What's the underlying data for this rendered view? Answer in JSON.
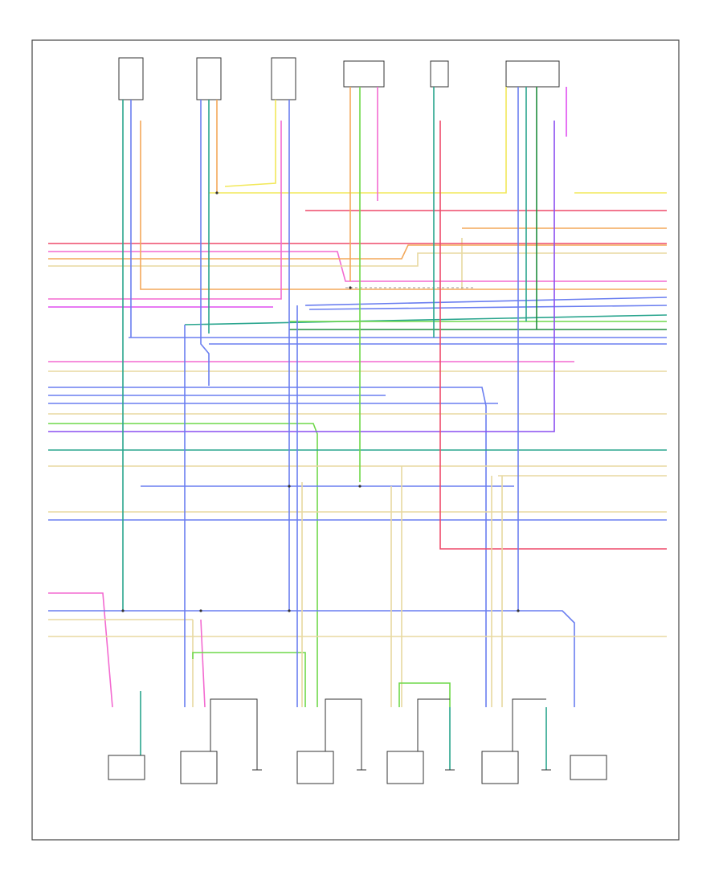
{
  "diagram": {
    "footer_code": "",
    "colors": {
      "yellow": "#f2e85a",
      "blue": "#6a7ef0",
      "teal": "#2aa58e",
      "green": "#6fd84a",
      "dark_green": "#1f8e3e",
      "red": "#ee4a6a",
      "pink": "#f36ad0",
      "magenta": "#e04ef0",
      "orange": "#f3a85a",
      "tan": "#e8d9a0",
      "purple": "#8a4ef0",
      "cyan": "#4ec8d8",
      "frame": "#444444"
    },
    "connectors_top": [
      {
        "id": "top-conn-1"
      },
      {
        "id": "top-conn-2"
      },
      {
        "id": "top-conn-3"
      },
      {
        "id": "top-conn-4"
      },
      {
        "id": "top-conn-5"
      },
      {
        "id": "top-conn-6"
      }
    ],
    "components_bottom": [
      {
        "id": "bottom-comp-1"
      },
      {
        "id": "bottom-comp-2"
      },
      {
        "id": "bottom-comp-3"
      },
      {
        "id": "bottom-comp-4"
      },
      {
        "id": "bottom-comp-5"
      },
      {
        "id": "bottom-comp-6"
      },
      {
        "id": "bottom-comp-7"
      }
    ]
  }
}
